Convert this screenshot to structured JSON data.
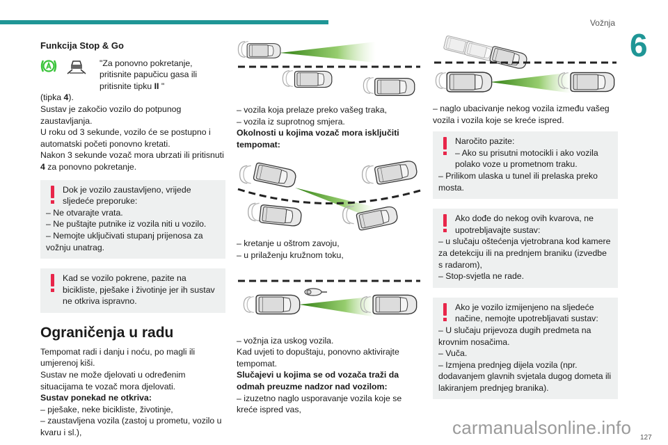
{
  "header": {
    "section_title": "Vožnja",
    "chapter_number": "6",
    "accent_color": "#1f9696"
  },
  "column1": {
    "stop_go_heading": "Funkcija Stop & Go",
    "icons": [
      "auto-hold-a-icon",
      "car-cruise-icon"
    ],
    "stop_go_text_1": "\"Za ponovno pokretanje, pritisnite papučicu gasa ili pritisnite tipku ",
    "stop_go_key_symbol": "II",
    "stop_go_text_2": " \"",
    "tipka_pre": "(tipka ",
    "tipka_num": "4",
    "tipka_post": ").",
    "para_1": "Sustav je zakočio vozilo do potpunog zaustavljanja.",
    "para_2": "U roku od 3 sekunde, vozilo će se postupno i automatski početi ponovno kretati.",
    "para_3_pre": "Nakon 3 sekunde vozač mora ubrzati ili pritisnuti ",
    "para_3_num": "4",
    "para_3_post": " za ponovno pokretanje.",
    "warning_1": {
      "intro": "Dok je vozilo zaustavljeno, vrijede sljedeće preporuke:",
      "items": [
        "–  Ne otvarajte vrata.",
        "–  Ne puštajte putnike iz vozila niti u vozilo.",
        "–  Nemojte uključivati stupanj prijenosa za vožnju unatrag."
      ]
    },
    "warning_2": {
      "intro": "Kad se vozilo pokrene, pazite na bicikliste, pješake i životinje jer ih sustav ne otkriva ispravno."
    },
    "limits_heading": "Ograničenja u radu",
    "limits_para_1": "Tempomat radi i danju i noću, po magli ili umjerenoj kiši.",
    "limits_para_2": "Sustav ne može djelovati u određenim situacijama te vozač mora djelovati.",
    "limits_bold": "Sustav ponekad ne otkriva:",
    "limits_items": [
      "–  pješake, neke bicikliste, životinje,",
      "–  zaustavljena vozila (zastoj u prometu, vozilo u kvaru i sl.),"
    ]
  },
  "column2": {
    "items_a": [
      "–  vozila koja prelaze preko vašeg traka,",
      "–  vozila iz suprotnog smjera."
    ],
    "bold_a": "Okolnosti u kojima vozač mora isključiti tempomat:",
    "items_b": [
      "–  kretanje u oštrom zavoju,",
      "–  u prilaženju kružnom toku,"
    ],
    "items_c": [
      "–  vožnja iza uskog vozila."
    ],
    "para_c": "Kad uvjeti to dopuštaju, ponovno aktivirajte tempomat.",
    "bold_c": "Slučajevi u kojima se od vozača traži da odmah preuzme nadzor nad vozilom:",
    "items_d": [
      "–  izuzetno naglo usporavanje vozila koje se kreće ispred vas,"
    ]
  },
  "column3": {
    "items_a": [
      "–  naglo ubacivanje nekog vozila između vašeg vozila i vozila koje se kreće ispred."
    ],
    "warning_1": {
      "intro": "Naročito pazite:",
      "items": [
        "–  Ako su prisutni motocikli i ako vozila polako voze u prometnom traku.",
        "–  Prilikom ulaska u tunel ili prelaska preko mosta."
      ]
    },
    "warning_2": {
      "intro": "Ako dođe do nekog ovih kvarova, ne upotrebljavajte sustav:",
      "items": [
        "–  u slučaju oštećenja vjetrobrana kod kamere za detekciju ili na prednjem braniku (izvedbe s radarom),",
        "–  Stop-svjetla ne rade."
      ]
    },
    "warning_3": {
      "intro": "Ako je vozilo izmijenjeno na sljedeće načine, nemojte upotrebljavati sustav:",
      "items": [
        "–  U slučaju prijevoza dugih predmeta na krovnim nosačima.",
        "–  Vuča.",
        "–  Izmjena prednjeg dijela vozila (npr. dodavanjem glavnih svjetala dugog dometa ili lakiranjem prednjeg branika)."
      ]
    }
  },
  "footer": {
    "page_number": "127",
    "watermark": "carmanualsonline.info"
  },
  "colors": {
    "warning": "#e8264a",
    "note_bg": "#eef0f0",
    "detection_beam": "#3e9a1e"
  }
}
